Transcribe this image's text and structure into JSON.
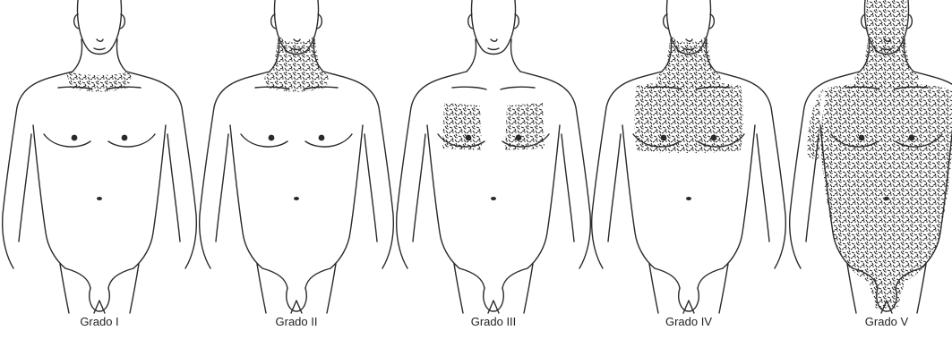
{
  "figures": [
    {
      "grade": 1,
      "caption": "Grado I",
      "hair_regions": [
        "neck-low"
      ]
    },
    {
      "grade": 2,
      "caption": "Grado II",
      "hair_regions": [
        "neck-full"
      ]
    },
    {
      "grade": 3,
      "caption": "Grado III",
      "hair_regions": [
        "chest-patches"
      ]
    },
    {
      "grade": 4,
      "caption": "Grado IV",
      "hair_regions": [
        "neck-full",
        "upper-chest"
      ]
    },
    {
      "grade": 5,
      "caption": "Grado V",
      "hair_regions": [
        "face",
        "neck-full",
        "torso-full"
      ]
    }
  ],
  "colors": {
    "ink": "#2a2a2a",
    "hair": "#1a1a1a",
    "paper": "#ffffff"
  }
}
